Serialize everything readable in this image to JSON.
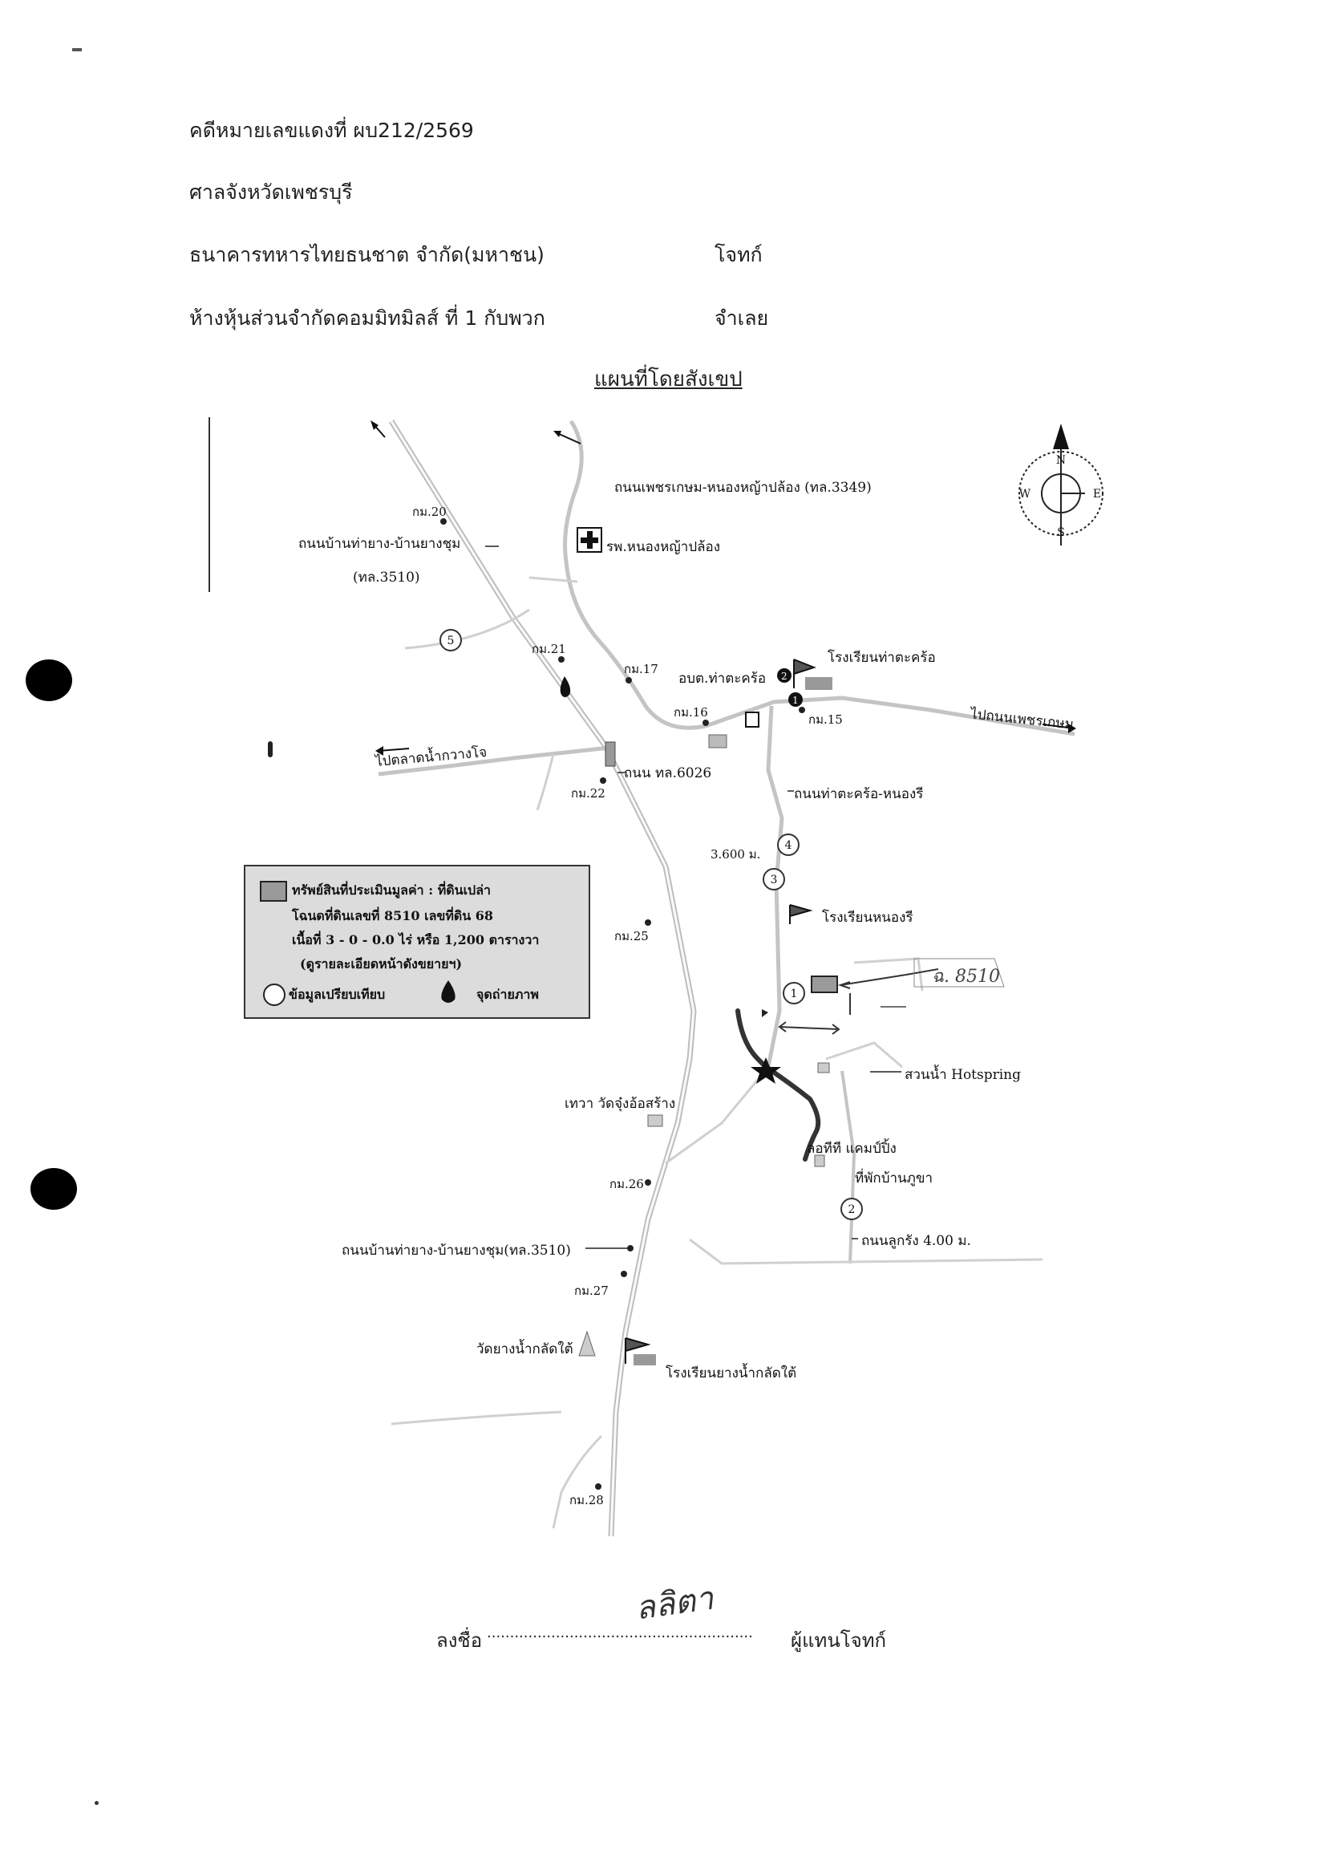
{
  "header": {
    "case_no": "คดีหมายเลขแดงที่ ผบ212/2569",
    "court": "ศาลจังหวัดเพชรบุรี",
    "plaintiff_name": "ธนาคารทหารไทยธนชาต จำกัด(มหาชน)",
    "plaintiff_role": "โจทก์",
    "defendant_name": "ห้างหุ้นส่วนจำกัดคอมมิทมิลส์ ที่ 1 กับพวก",
    "defendant_role": "จำเลย"
  },
  "map_title": "แผนที่โดยสังเขป",
  "map": {
    "road_top": "ถนนเพชรเกษม-หนองหญ้าปล้อง (ทล.3349)",
    "road_left_1": "ถนนบ้านท่ายาง-บ้านยางชุม",
    "road_left_1_code": "(ทล.3510)",
    "hospital": "รพ.หนองหญ้าปล้อง",
    "school_top": "โรงเรียนท่าตะคร้อ",
    "tambon_office": "อบต.ท่าตะคร้อ",
    "to_petchkasem": "ไปถนนเพชรเกษม",
    "to_market": "ไปตลาดน้ำกวางโจ",
    "road_6026": "ถนน ทล.6026",
    "road_thatakhro": "ถนนท่าตะคร้อ-หนองรี",
    "width_3600": "3.600 ม.",
    "school_nongree": "โรงเรียนหนองรี",
    "hotspring": "สวนน้ำ Hotspring",
    "temple_1": "เทวา วัดจุ๋งอ้อสร้าง",
    "camping": "ลอทีที แคมป์ปิ้ง",
    "rest_house": "ที่พักบ้านภูขา",
    "road_gravel": "ถนนลูกรัง 4.00 ม.",
    "road_left_2": "ถนนบ้านท่ายาง-บ้านยางชุม(ทล.3510)",
    "temple_2": "วัดยางน้ำกลัดใต้",
    "school_bottom": "โรงเรียนยางน้ำกลัดใต้",
    "km_labels": [
      "กม.20",
      "กม.21",
      "กม.17",
      "กม.16",
      "กม.15",
      "กม.22",
      "กม.25",
      "กม.26",
      "กม.27",
      "กม.28"
    ],
    "circle_numbers": [
      "5",
      "4",
      "3",
      "1",
      "2"
    ],
    "handwritten_deed": "ฉ. 8510",
    "compass": {
      "n": "N",
      "s": "S",
      "w": "W",
      "e": "E"
    }
  },
  "legend": {
    "line1": "ทรัพย์สินที่ประเมินมูลค่า : ที่ดินเปล่า",
    "line2": "โฉนดที่ดินเลขที่ 8510 เลขที่ดิน 68",
    "line3": "เนื้อที่ 3 - 0 - 0.0 ไร่ หรือ 1,200 ตารางวา",
    "line4": "(ดูรายละเอียดหน้าดังขยายฯ)",
    "comparable": "ข้อมูลเปรียบเทียบ",
    "photo_point": "จุดถ่ายภาพ"
  },
  "signature": {
    "prefix": "ลงชื่อ",
    "dots": "..........................................................",
    "suffix": "ผู้แทนโจทก์",
    "handwritten": "ลลิตา"
  },
  "colors": {
    "road": "#c8c8c8",
    "legend_bg": "#dcdcdc",
    "ink": "#111111"
  }
}
